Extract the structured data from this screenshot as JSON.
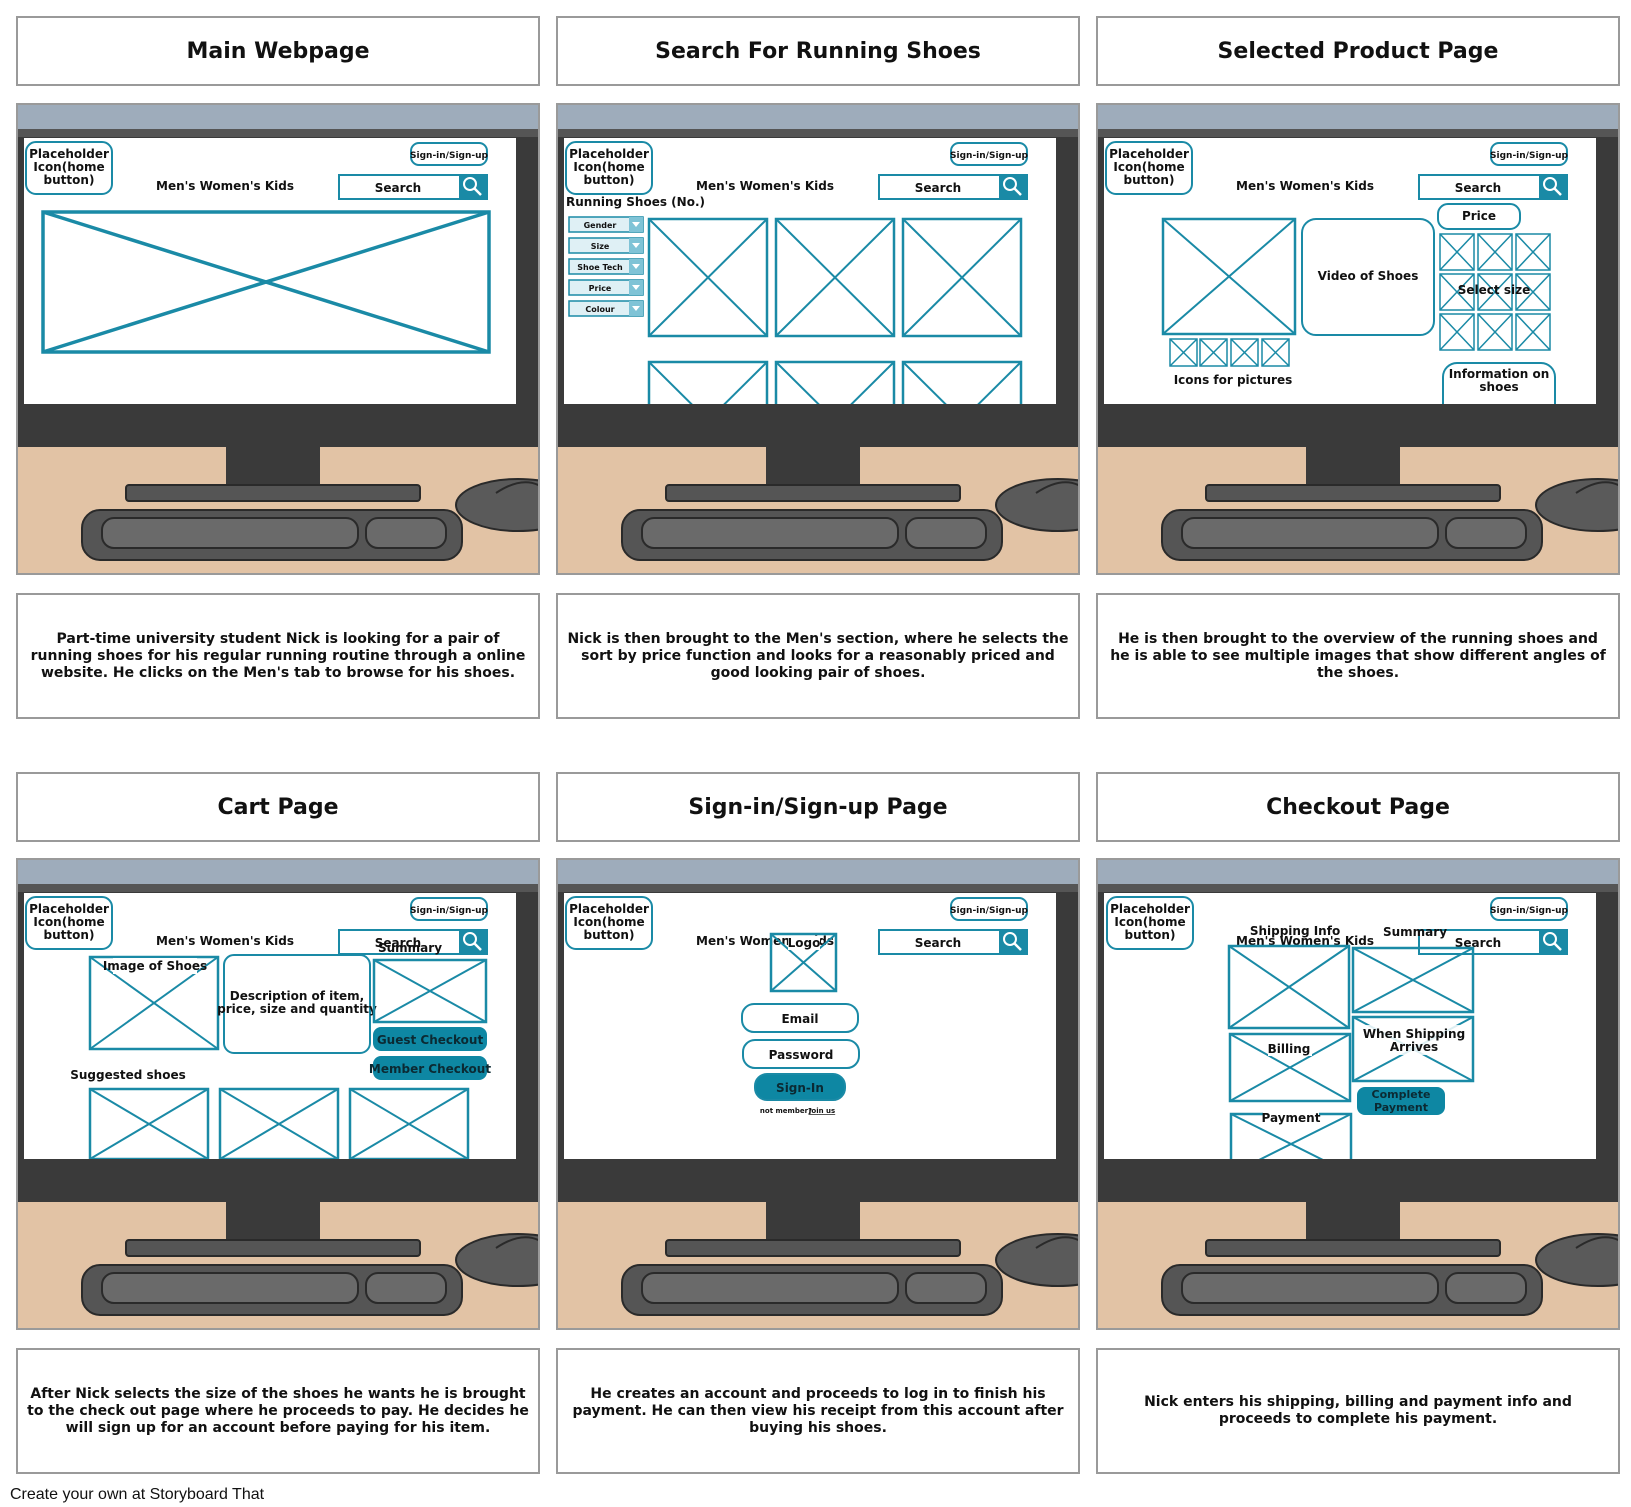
{
  "colors": {
    "accent": "#1a8aa6",
    "button_fill": "#0e87a3",
    "desk": "#e2c3a5",
    "wall": "#9eacbb",
    "monitor": "#3a3a3a"
  },
  "panels": [
    {
      "title": "Main Webpage",
      "caption": "Part-time university student Nick is looking for a pair of running shoes for his regular running routine through a online website. He clicks on the Men's tab to browse for his shoes."
    },
    {
      "title": "Search For Running Shoes",
      "caption": "Nick is then brought to the Men's section, where he selects the sort by price function and looks for a reasonably priced and good looking pair of shoes."
    },
    {
      "title": "Selected Product Page",
      "caption": "He is then brought to the overview of the running shoes and he is able to see multiple images that show different angles of the shoes."
    },
    {
      "title": "Cart Page",
      "caption": "After Nick selects the size of the shoes he wants he is brought to the check out page where he proceeds to pay. He decides he will sign up for an account before paying for his item."
    },
    {
      "title": "Sign-in/Sign-up Page",
      "caption": "He creates an account and proceeds to log in to finish his payment. He can then view his receipt from this account after buying his shoes."
    },
    {
      "title": "Checkout Page",
      "caption": "Nick enters his shipping, billing and payment info and proceeds to complete his payment."
    }
  ],
  "ui": {
    "placeholder_lines": [
      "Placeholder",
      "Icon(home",
      "button)"
    ],
    "sign_in": "Sign-in/Sign-up",
    "nav": "Men's Women's Kids",
    "search": "Search"
  },
  "search_page": {
    "heading": "Running Shoes (No.)",
    "filters": [
      "Gender",
      "Size",
      "Shoe Tech",
      "Price",
      "Colour"
    ]
  },
  "product_page": {
    "video": "Video of Shoes",
    "price": "Price",
    "select_size": "Select size",
    "icons_caption": "Icons for pictures",
    "info_lines": [
      "Information on",
      "shoes"
    ]
  },
  "cart_page": {
    "image": "Image of Shoes",
    "description_lines": [
      "Description of item,",
      "price, size and quantity"
    ],
    "summary": "Summary",
    "guest": "Guest Checkout",
    "member": "Member Checkout",
    "suggested": "Suggested shoes"
  },
  "signin_page": {
    "logo": "Logo",
    "email": "Email",
    "password": "Password",
    "signin": "Sign-In",
    "not_member": "not member?",
    "join": "Join us"
  },
  "checkout_page": {
    "shipping": "Shipping Info",
    "summary": "Summary",
    "when_lines": [
      "When Shipping",
      "Arrives"
    ],
    "billing": "Billing",
    "payment": "Payment",
    "complete_lines": [
      "Complete",
      "Payment"
    ]
  },
  "footer": "Create your own at Storyboard That"
}
